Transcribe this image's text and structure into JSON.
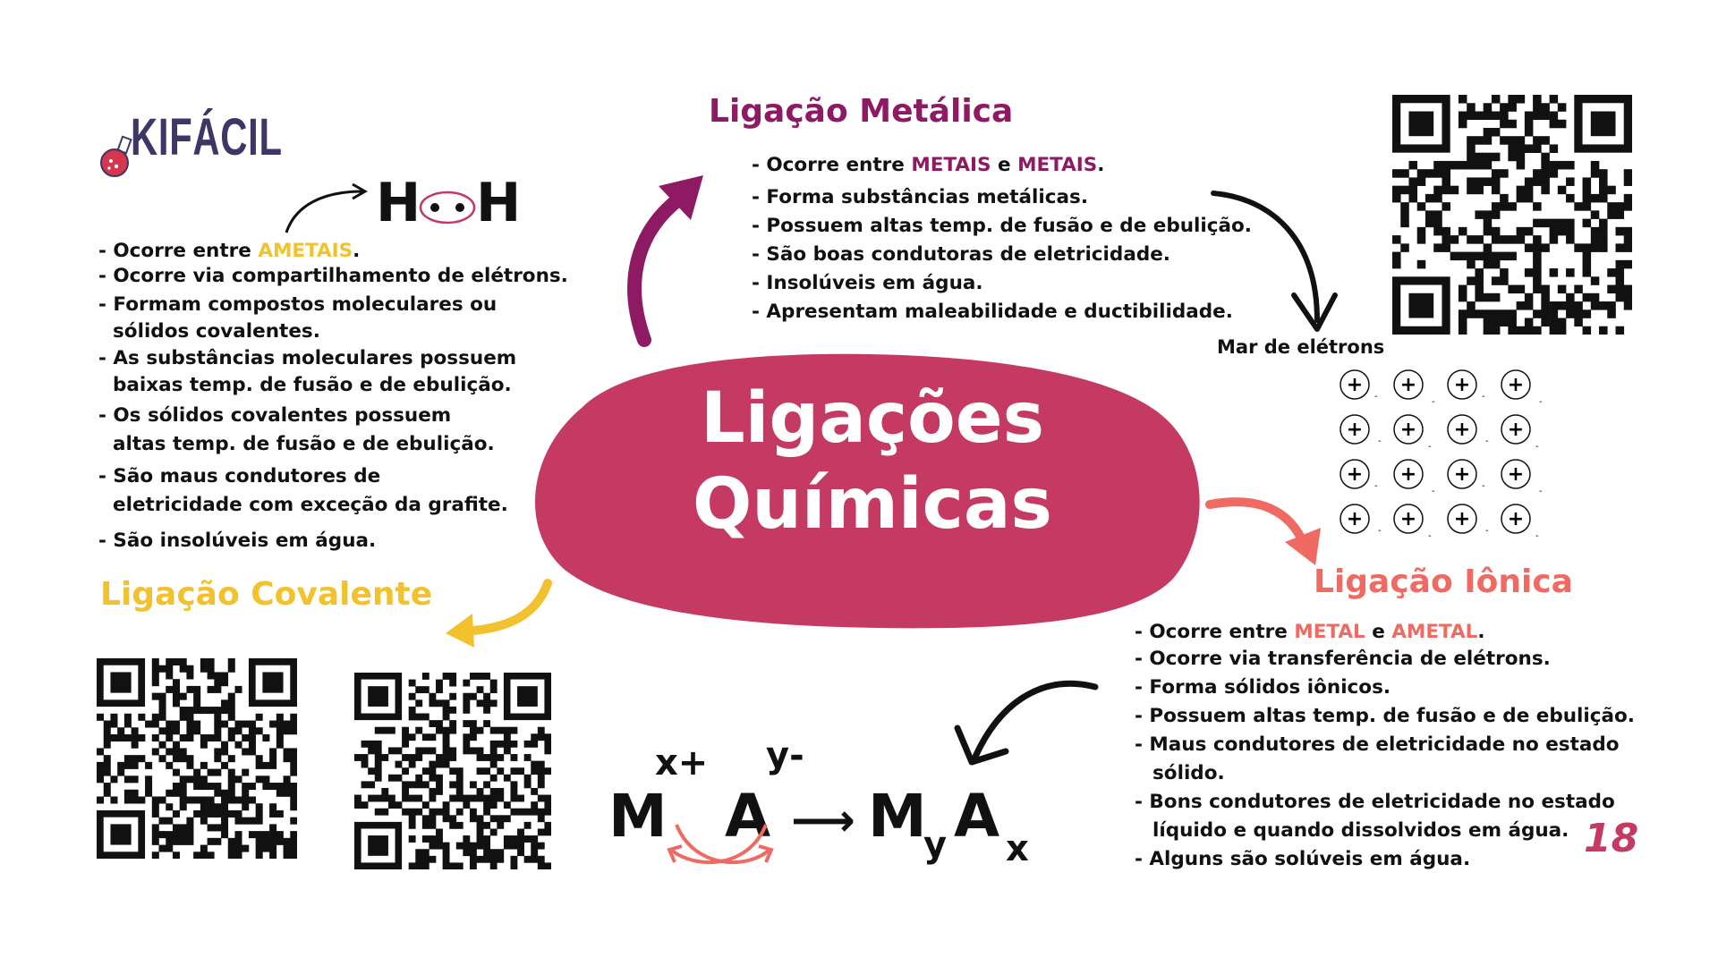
{
  "brand": {
    "logo_text": "KIFÁCIL"
  },
  "center": {
    "title_line1": "Ligações",
    "title_line2": "Químicas",
    "fill_color": "#c43a62"
  },
  "covalent": {
    "heading": "Ligação Covalente",
    "color": "#f2c12e",
    "molecule": {
      "left_atom": "H",
      "right_atom": "H"
    },
    "items": [
      {
        "prefix": "- Ocorre entre ",
        "highlight": "AMETAIS",
        "suffix": "."
      },
      {
        "text": "- Ocorre via compartilhamento de elétrons."
      },
      {
        "text": "- Formam compostos moleculares ou",
        "cont": "sólidos covalentes."
      },
      {
        "text": "- As substâncias moleculares possuem",
        "cont": "baixas temp. de fusão e de ebulição."
      },
      {
        "text": "- Os sólidos covalentes possuem",
        "cont": "altas temp. de fusão e de ebulição."
      },
      {
        "text": "- São maus condutores de",
        "cont": "eletricidade com exceção da grafite."
      },
      {
        "text": "- São insolúveis em água."
      }
    ]
  },
  "metallic": {
    "heading": "Ligação Metálica",
    "color": "#8e1a63",
    "items": [
      {
        "prefix": "- Ocorre entre ",
        "highlight": "METAIS",
        "middle": " e ",
        "highlight2": "METAIS",
        "suffix": "."
      },
      {
        "text": "- Forma substâncias metálicas."
      },
      {
        "text": "- Possuem altas temp. de fusão e de ebulição."
      },
      {
        "text": "- São boas condutoras de eletricidade."
      },
      {
        "text": "- Insolúveis em água."
      },
      {
        "text": "- Apresentam maleabilidade e ductibilidade."
      }
    ],
    "sea_label": "Mar de elétrons",
    "sea_symbol": "+",
    "electron_symbol": "-"
  },
  "ionic": {
    "heading": "Ligação Iônica",
    "color": "#ee6a62",
    "items": [
      {
        "prefix": "- Ocorre entre ",
        "highlight": "METAL",
        "middle": " e ",
        "highlight2": "AMETAL",
        "suffix": "."
      },
      {
        "text": "- Ocorre via transferência de elétrons."
      },
      {
        "text": "- Forma sólidos iônicos."
      },
      {
        "text": "- Possuem altas temp. de fusão e de ebulição."
      },
      {
        "text": "- Maus condutores de eletricidade no estado",
        "cont": "sólido."
      },
      {
        "text": "- Bons condutores de eletricidade no estado",
        "cont": "líquido e  quando dissolvidos em água."
      },
      {
        "text": "- Alguns são solúveis em água."
      }
    ],
    "formula": {
      "m": "M",
      "m_charge": "x+",
      "a": "A",
      "a_charge": "y-",
      "arrow": "⟶",
      "product_m": "M",
      "product_m_sub": "y",
      "product_a": "A",
      "product_a_sub": "x"
    }
  },
  "page_number": "18",
  "page_number_color": "#c43a62"
}
